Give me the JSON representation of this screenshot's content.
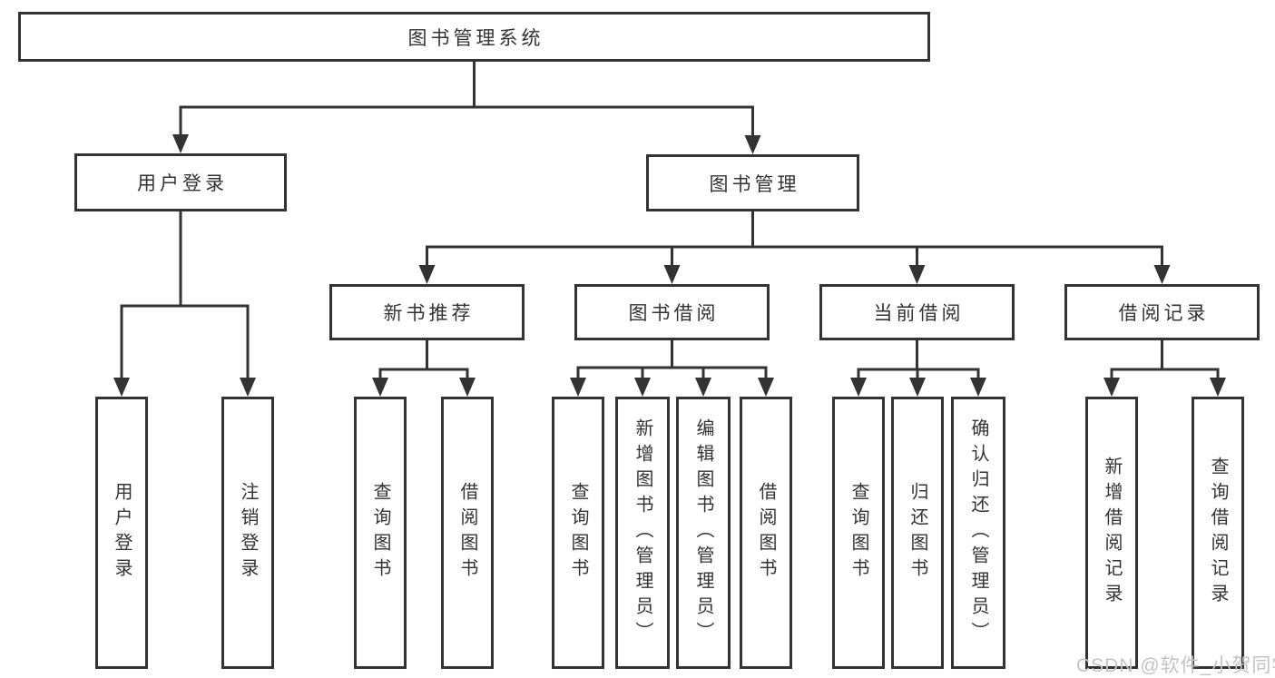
{
  "diagram": {
    "type": "tree-diagram",
    "root": {
      "label": "图书管理系统"
    },
    "level2": [
      {
        "label": "用户登录",
        "parent": "图书管理系统"
      },
      {
        "label": "图书管理",
        "parent": "图书管理系统"
      }
    ],
    "level3": [
      {
        "label": "新书推荐",
        "parent": "图书管理"
      },
      {
        "label": "图书借阅",
        "parent": "图书管理"
      },
      {
        "label": "当前借阅",
        "parent": "图书管理"
      },
      {
        "label": "借阅记录",
        "parent": "图书管理"
      }
    ],
    "leaves": [
      {
        "label": "用户登录",
        "parent": "用户登录"
      },
      {
        "label": "注销登录",
        "parent": "用户登录"
      },
      {
        "label": "查询图书",
        "parent": "新书推荐"
      },
      {
        "label": "借阅图书",
        "parent": "新书推荐"
      },
      {
        "label": "查询图书",
        "parent": "图书借阅"
      },
      {
        "label": "新增图书（管理员）",
        "parent": "图书借阅"
      },
      {
        "label": "编辑图书（管理员）",
        "parent": "图书借阅"
      },
      {
        "label": "借阅图书",
        "parent": "图书借阅"
      },
      {
        "label": "查询图书",
        "parent": "当前借阅"
      },
      {
        "label": "归还图书",
        "parent": "当前借阅"
      },
      {
        "label": "确认归还（管理员）",
        "parent": "当前借阅"
      },
      {
        "label": "新增借阅记录",
        "parent": "借阅记录"
      },
      {
        "label": "查询借阅记录",
        "parent": "借阅记录"
      }
    ]
  },
  "watermark": {
    "text": "CSDN @软件_小贺同学"
  },
  "colors": {
    "line": "#333333",
    "box_border": "#333333",
    "box_background": "#ffffff",
    "text": "#333333",
    "watermark": "#c3c3c3",
    "page_background": "#ffffff"
  }
}
